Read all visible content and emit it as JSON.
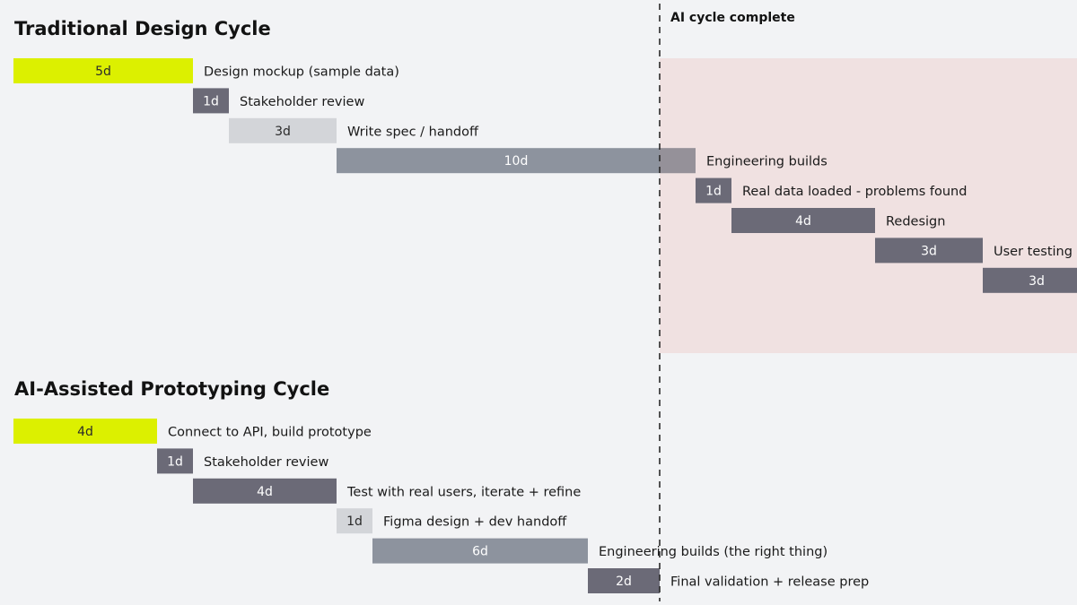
{
  "colors": {
    "background": "#f2f3f5",
    "highlight": "#dcf000",
    "dark": "#6b6a77",
    "medium": "#8d939e",
    "light": "#d3d5d9",
    "overrun_region": "#f0e1e1",
    "marker": "#2a2a2a"
  },
  "chart_data": [
    {
      "type": "gantt",
      "title": "Traditional Design Cycle",
      "unit": "days",
      "tasks": [
        {
          "label": "Design mockup (sample data)",
          "start": 0,
          "duration": 5,
          "duration_label": "5d",
          "style": "highlight"
        },
        {
          "label": "Stakeholder review",
          "start": 5,
          "duration": 1,
          "duration_label": "1d",
          "style": "dark"
        },
        {
          "label": "Write spec / handoff",
          "start": 6,
          "duration": 3,
          "duration_label": "3d",
          "style": "light"
        },
        {
          "label": "Engineering builds",
          "start": 9,
          "duration": 10,
          "duration_label": "10d",
          "style": "medium"
        },
        {
          "label": "Real data loaded - problems found",
          "start": 19,
          "duration": 1,
          "duration_label": "1d",
          "style": "dark"
        },
        {
          "label": "Redesign",
          "start": 20,
          "duration": 4,
          "duration_label": "4d",
          "style": "dark"
        },
        {
          "label": "User testing",
          "start": 24,
          "duration": 3,
          "duration_label": "3d",
          "style": "dark"
        },
        {
          "label": "",
          "start": 27,
          "duration": 3,
          "duration_label": "3d",
          "style": "dark"
        }
      ]
    },
    {
      "type": "gantt",
      "title": "AI-Assisted Prototyping Cycle",
      "unit": "days",
      "tasks": [
        {
          "label": "Connect to API, build prototype",
          "start": 0,
          "duration": 4,
          "duration_label": "4d",
          "style": "highlight"
        },
        {
          "label": "Stakeholder review",
          "start": 4,
          "duration": 1,
          "duration_label": "1d",
          "style": "dark"
        },
        {
          "label": "Test with real users, iterate + refine",
          "start": 5,
          "duration": 4,
          "duration_label": "4d",
          "style": "dark"
        },
        {
          "label": "Figma design + dev handoff",
          "start": 9,
          "duration": 1,
          "duration_label": "1d",
          "style": "light"
        },
        {
          "label": "Engineering builds (the right thing)",
          "start": 10,
          "duration": 6,
          "duration_label": "6d",
          "style": "medium"
        },
        {
          "label": "Final validation + release prep",
          "start": 16,
          "duration": 2,
          "duration_label": "2d",
          "style": "dark"
        }
      ]
    }
  ],
  "marker": {
    "label": "AI cycle complete",
    "day": 18
  }
}
